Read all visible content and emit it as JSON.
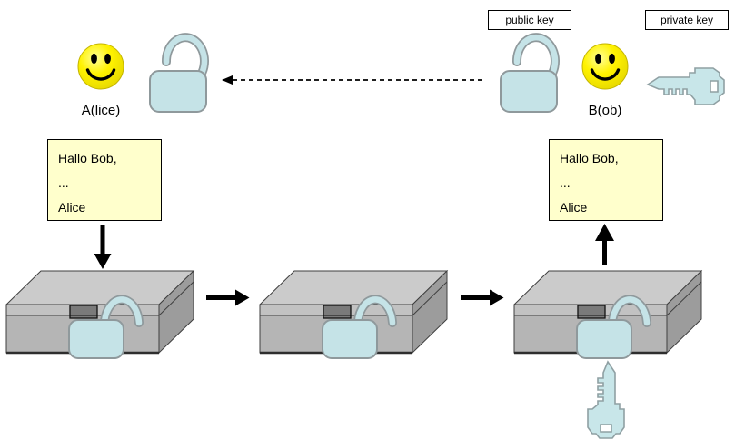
{
  "diagram": {
    "key_labels": {
      "public_key": "public key",
      "private_key": "private key"
    },
    "actors": {
      "sender": "A(lice)",
      "receiver": "B(ob)"
    },
    "message_left": {
      "lines": [
        "Hallo Bob,",
        "...",
        "Alice"
      ]
    },
    "message_right": {
      "lines": [
        "Hallo Bob,",
        "...",
        "Alice"
      ]
    },
    "colors": {
      "lock_fill": "#c5e3e7",
      "lock_outline": "#8f999c",
      "key_fill": "#c8e6e9",
      "note_bg": "#ffffcc",
      "smiley_yellow": "#ffee00",
      "box_top": "#cbcbcb",
      "box_lid_strip": "#c2c2c2",
      "box_front": "#b5b5b5",
      "box_side": "#9c9c9c",
      "hasp_fill": "#7a7a7a",
      "arrow_color": "#000000",
      "label_border": "#000000"
    }
  }
}
